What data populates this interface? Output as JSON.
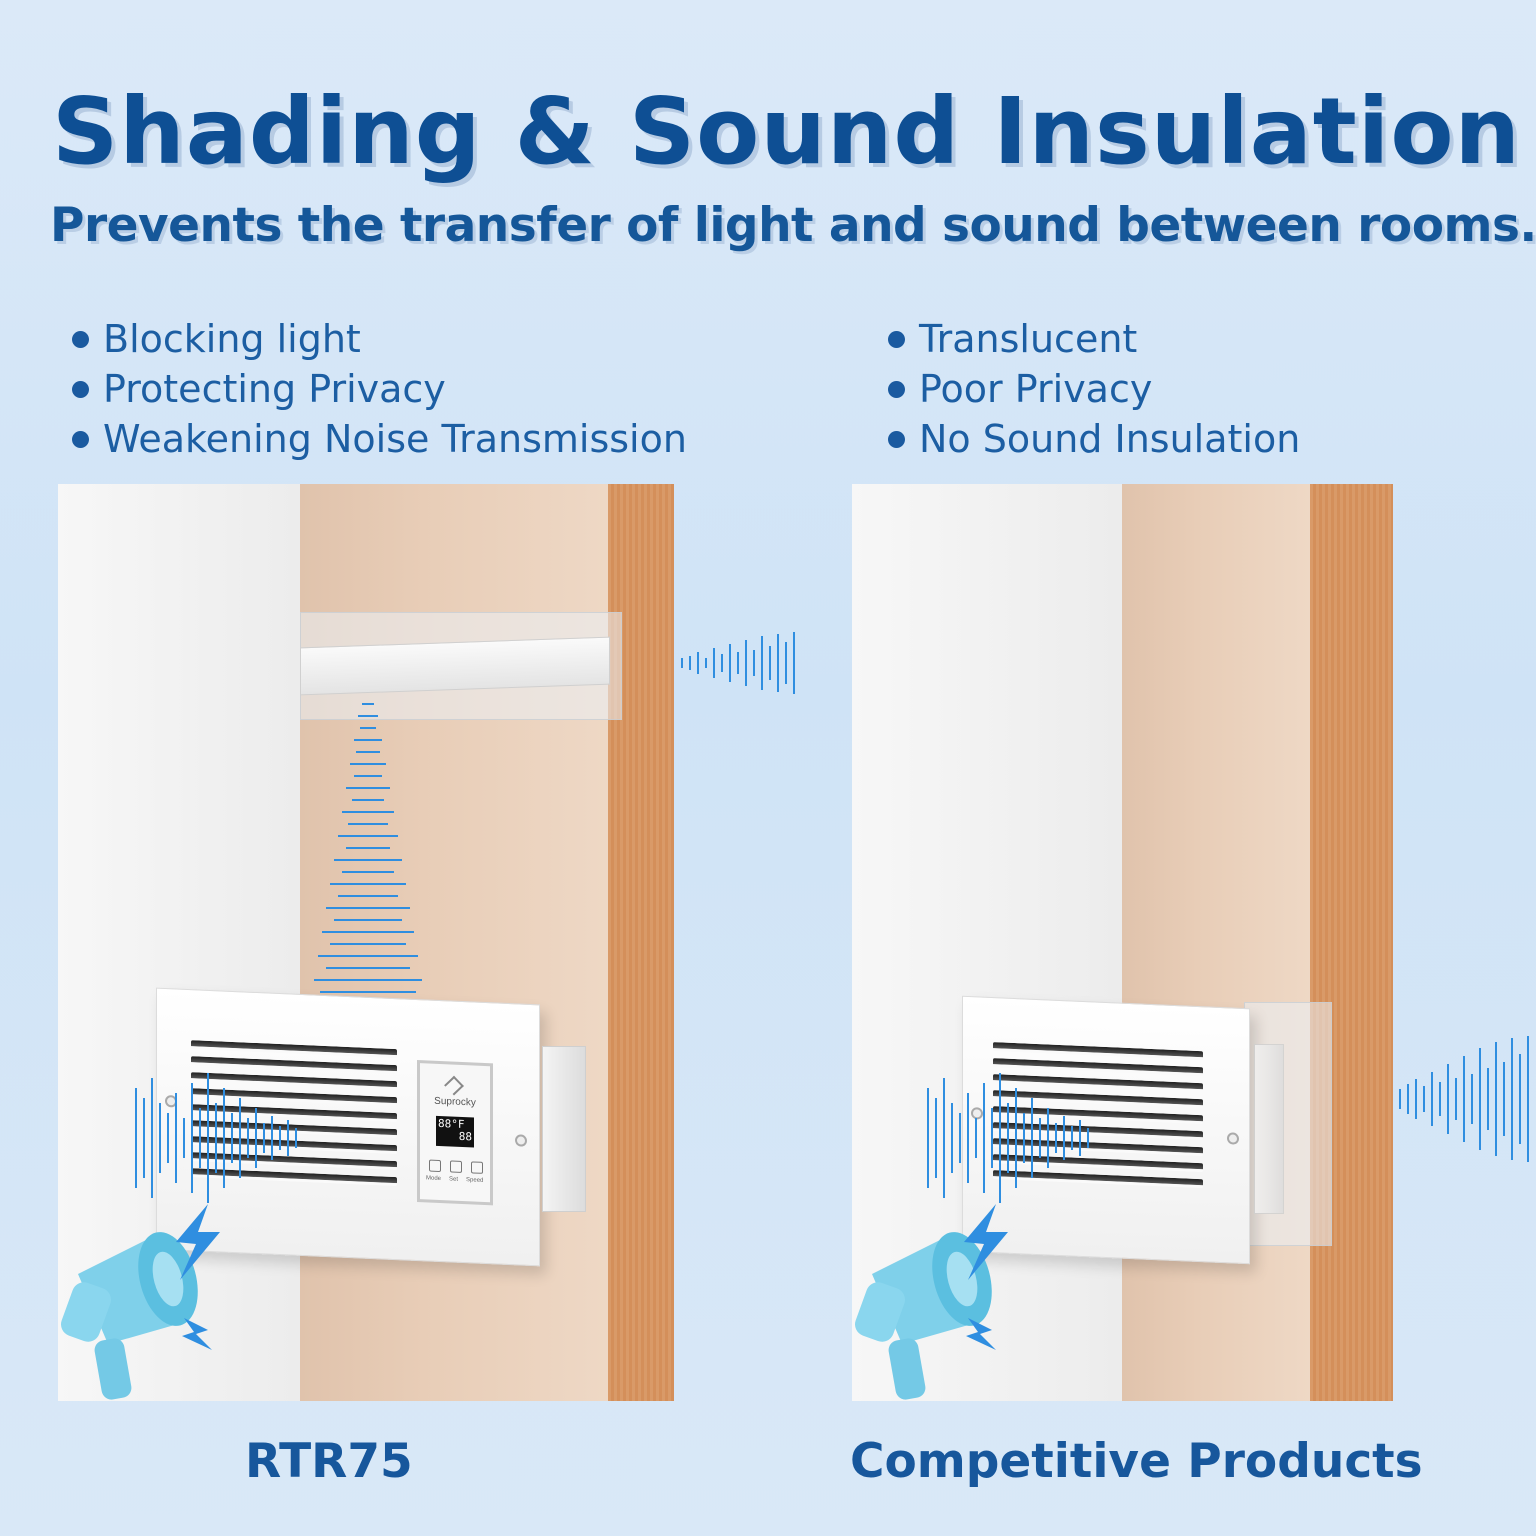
{
  "header": {
    "title": "Shading & Sound Insulation",
    "subtitle": "Prevents the transfer of light and sound between rooms."
  },
  "left_column": {
    "features": [
      "Blocking light",
      "Protecting Privacy",
      "Weakening Noise Transmission"
    ],
    "caption": "RTR75"
  },
  "right_column": {
    "features": [
      "Translucent",
      "Poor Privacy",
      "No Sound Insulation"
    ],
    "caption": "Competitive Products"
  },
  "control_panel": {
    "brand": "Suprocky",
    "display_top": "88°F",
    "display_bottom": "88",
    "buttons": [
      "Mode",
      "Set",
      "Speed"
    ]
  },
  "colors": {
    "title": "#0e4f94",
    "text": "#1c5ea3",
    "sound_wave": "#2f8ee0",
    "megaphone": "#7fd0ea",
    "wood": "#d99a68"
  },
  "icons": [
    "megaphone-icon",
    "lightning-icon",
    "sound-wave-icon"
  ]
}
